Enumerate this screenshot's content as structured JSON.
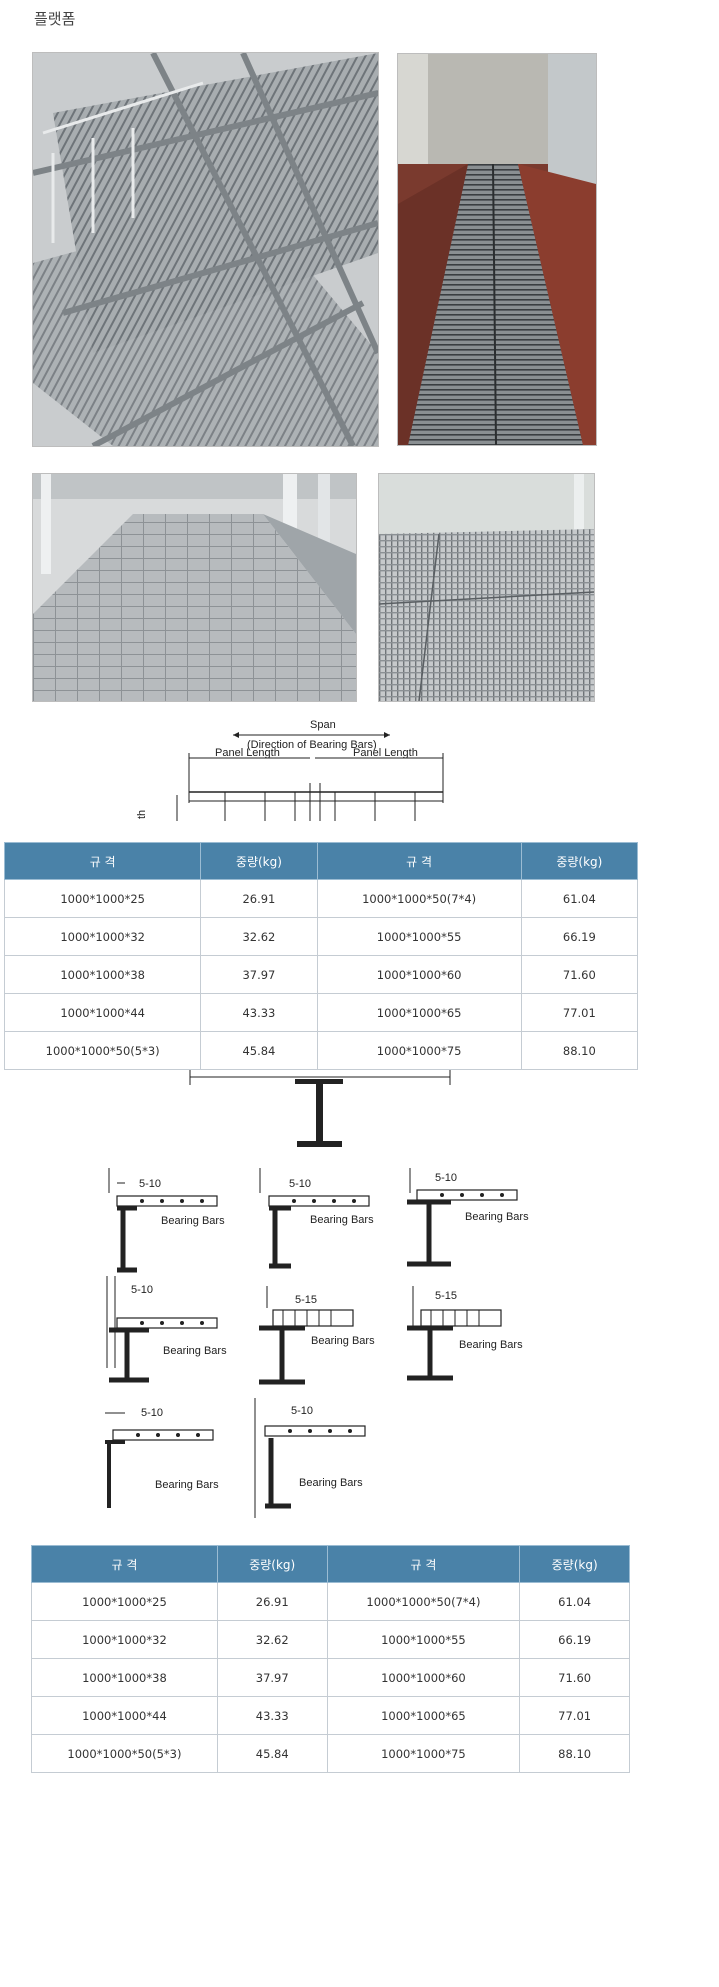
{
  "page": {
    "title": "플랫폼"
  },
  "diagram_top": {
    "span": "Span",
    "direction": "(Direction of Bearing Bars)",
    "panel_left": "Panel Length",
    "panel_right": "Panel Length",
    "edge_text": "th"
  },
  "support_diagrams": {
    "clearances": [
      "5-10",
      "5-10",
      "5-10",
      "5-10",
      "5-15",
      "5-15",
      "5-10",
      "5-10"
    ],
    "bearing_label": "Bearing Bars"
  },
  "table1": {
    "headers": [
      "규 격",
      "중량(kg)",
      "규 격",
      "중량(kg)"
    ],
    "rows": [
      [
        "1000*1000*25",
        "26.91",
        "1000*1000*50(7*4)",
        "61.04"
      ],
      [
        "1000*1000*32",
        "32.62",
        "1000*1000*55",
        "66.19"
      ],
      [
        "1000*1000*38",
        "37.97",
        "1000*1000*60",
        "71.60"
      ],
      [
        "1000*1000*44",
        "43.33",
        "1000*1000*65",
        "77.01"
      ],
      [
        "1000*1000*50(5*3)",
        "45.84",
        "1000*1000*75",
        "88.10"
      ]
    ]
  },
  "table2": {
    "headers": [
      "규 격",
      "중량(kg)",
      "규 격",
      "중량(kg)"
    ],
    "rows": [
      [
        "1000*1000*25",
        "26.91",
        "1000*1000*50(7*4)",
        "61.04"
      ],
      [
        "1000*1000*32",
        "32.62",
        "1000*1000*55",
        "66.19"
      ],
      [
        "1000*1000*38",
        "37.97",
        "1000*1000*60",
        "71.60"
      ],
      [
        "1000*1000*44",
        "43.33",
        "1000*1000*65",
        "77.01"
      ],
      [
        "1000*1000*50(5*3)",
        "45.84",
        "1000*1000*75",
        "88.10"
      ]
    ]
  }
}
